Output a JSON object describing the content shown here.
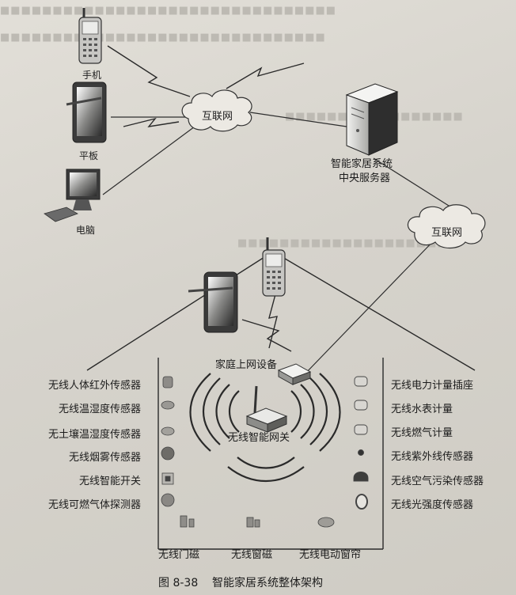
{
  "devices": {
    "phone_label": "手机",
    "tablet_label": "平板",
    "pc_label": "电脑"
  },
  "clouds": {
    "internet_top": "互联网",
    "internet_right": "互联网"
  },
  "server": {
    "line1": "智能家居系统",
    "line2": "中央服务器"
  },
  "home": {
    "gateway_device": "家庭上网设备",
    "smart_gateway": "无线智能网关"
  },
  "sensors_left": [
    "无线人体红外传感器",
    "无线温湿度传感器",
    "无土壤温湿度传感器",
    "无线烟雾传感器",
    "无线智能开关",
    "无线可燃气体探测器"
  ],
  "sensors_right": [
    "无线电力计量插座",
    "无线水表计量",
    "无线燃气计量",
    "无线紫外线传感器",
    "无线空气污染传感器",
    "无线光强度传感器"
  ],
  "sensors_bottom": [
    "无线门磁",
    "无线窗磁",
    "无线电动窗帘"
  ],
  "caption": "图 8-38    智能家居系统整体架构"
}
